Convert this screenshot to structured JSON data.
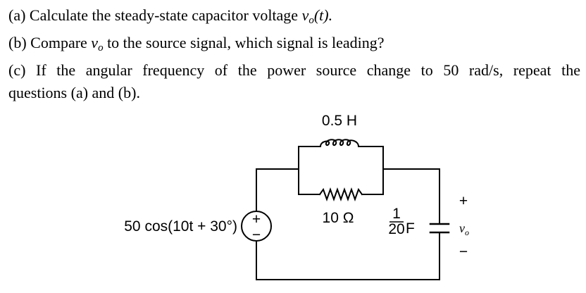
{
  "question": {
    "part_a_prefix": "(a) Calculate the steady-state capacitor voltage ",
    "part_a_var": "v",
    "part_a_sub": "o",
    "part_a_suffix": "(t).",
    "part_b_prefix": "(b) Compare ",
    "part_b_var": "v",
    "part_b_sub": "o",
    "part_b_suffix": " to the source signal, which signal is leading?",
    "part_c_line1": "(c) If the angular frequency of the power source change to 50 rad/s, repeat the",
    "part_c_line2": "questions (a) and (b)."
  },
  "circuit": {
    "source_label": "50 cos(10t + 30°)",
    "source_plus": "+",
    "source_minus": "−",
    "inductor_label": "0.5 H",
    "resistor_label": "10 Ω",
    "capacitor_num": "1",
    "capacitor_den": "20",
    "capacitor_unit": "F",
    "vo_plus": "+",
    "vo_var": "v",
    "vo_sub": "o",
    "vo_minus": "−"
  }
}
